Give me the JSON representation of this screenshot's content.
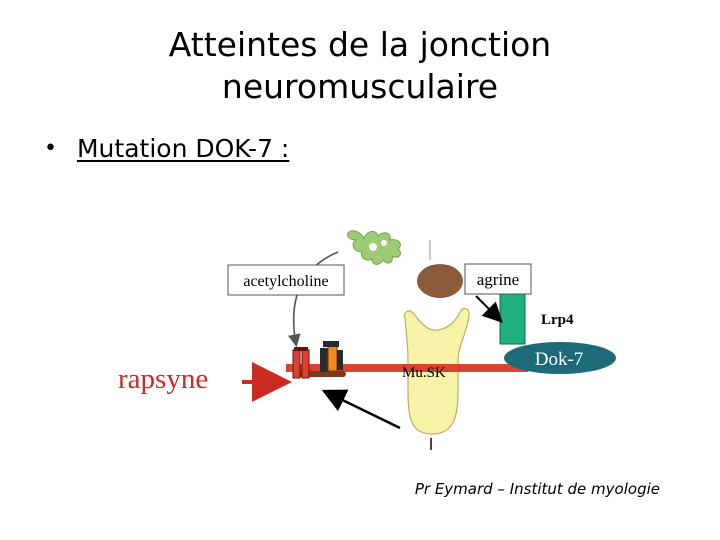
{
  "slide": {
    "title_line1": "Atteintes de la jonction",
    "title_line2": "neuromusculaire",
    "bullet": "Mutation DOK-7 :",
    "credit": "Pr Eymard – Institut de myologie"
  },
  "diagram": {
    "acetylcholine": "acetylcholine",
    "agrine": "agrine",
    "lrp4": "Lrp4",
    "dok7": "Dok-7",
    "musk": "Mu.SK",
    "rapsyne": "rapsyne"
  },
  "colors": {
    "rapsyne": "#cc2a22",
    "membrane": "#d9442f",
    "musk_fill": "#f8f3a8",
    "nerve": "#9ccc75",
    "agrine_ball": "#8a5a3a",
    "lrp4": "#1fb07e",
    "dok7": "#1d6a78"
  }
}
